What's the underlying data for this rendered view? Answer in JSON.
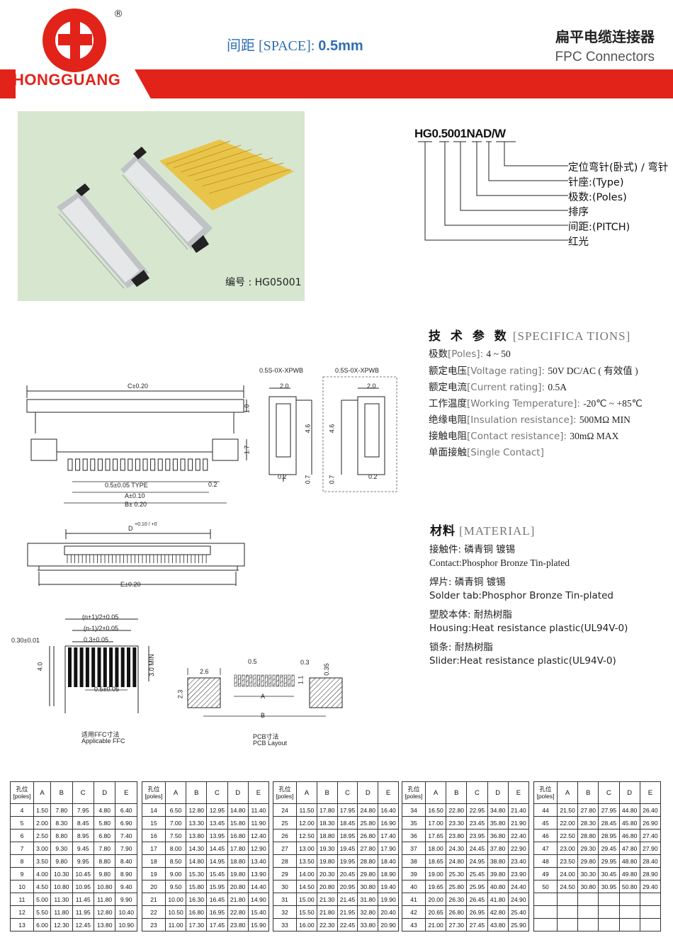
{
  "header": {
    "logo_text": "HONGGUANG",
    "registered": "®",
    "spacing_cn": "间距",
    "spacing_en": "[SPACE]:",
    "spacing_value": "0.5mm",
    "title_cn": "扁平电缆连接器",
    "title_en": "FPC Connectors"
  },
  "photo": {
    "label": "编号 : HG05001"
  },
  "part_number": {
    "code": "HG0.5001NAD/W",
    "legend": [
      "定位弯针(卧式) / 弯针",
      "针座:(Type)",
      "极数:(Poles)",
      "排序",
      "间距:(PITCH)",
      "红光"
    ]
  },
  "specs": {
    "title_cn": "技 术 参 数",
    "title_en": "[SPECIFICA TIONS]",
    "lines": [
      {
        "cn": "极数",
        "en": "[Poles]:",
        "val": "4 ~ 50"
      },
      {
        "cn": "额定电压",
        "en": "[Voltage rating]:",
        "val": "50V DC/AC ( 有效值 )"
      },
      {
        "cn": "额定电流",
        "en": "[Current rating]:",
        "val": "0.5A"
      },
      {
        "cn": "工作温度",
        "en": "[Working Temperature]:",
        "val": "-20℃ ~ +85℃"
      },
      {
        "cn": "绝缘电阻",
        "en": "[Insulation resistance]:",
        "val": "500MΩ MIN"
      },
      {
        "cn": "接触电阻",
        "en": "[Contact resistance]:",
        "val": "30mΩ MAX"
      },
      {
        "cn": "单面接触",
        "en": "[Single Contact]",
        "val": ""
      }
    ]
  },
  "material": {
    "title_cn": "材料",
    "title_en": "[MATERIAL]",
    "lines": [
      "接触件:   磷青铜  镀锡",
      "Contact:Phosphor Bronze      Tin-plated",
      "焊片:   磷青铜  镀锡",
      "Solder tab:Phosphor Bronze Tin-plated",
      "塑胶本体:   耐热树脂",
      "Housing:Heat resistance plastic(UL94V-0)",
      "锁条:   耐热树脂",
      "Slider:Heat resistance plastic(UL94V-0)"
    ]
  },
  "drawings": {
    "c_dim": "C±0.20",
    "dim_1_0": "1.0",
    "dim_1_7": "1.7",
    "pitch_type": "0.5±0.05 TYPE",
    "a_dim": "A±0.10",
    "b_dim": "B± 0.20",
    "dim_0_2": "0.2",
    "side1_title": "0.5S-0X-XPWB",
    "side2_title": "0.5S-0X-XPWB",
    "side_2_0": "2.0",
    "side_4_6": "4.6",
    "side_0_7": "0.7",
    "side_0_2": "0.2",
    "d_dim": "D",
    "d_tol": "+0.10 / +0",
    "e_dim": "E±0.20",
    "ffc_n_plus": "(n+1)/2±0.05",
    "ffc_n_minus": "(n-1)/2±0.05",
    "ffc_0_3": "0.3±0.05",
    "ffc_0_30": "0.30±0.01",
    "ffc_4_0": "4.0",
    "ffc_3_0": "3.0 MIN",
    "ffc_0_5": "0.5±0.05",
    "ffc_label_cn": "适用FFC寸法",
    "ffc_label_en": "Applicable FFC",
    "pcb_2_6": "2.6",
    "pcb_2_3": "2.3",
    "pcb_0_5": "0.5",
    "pcb_0_3": "0.3",
    "pcb_1_1": "1.1",
    "pcb_0_35": "0.35",
    "pcb_a": "A",
    "pcb_b": "B",
    "pcb_label_cn": "PCB寸法",
    "pcb_label_en": "PCB Layout"
  },
  "table": {
    "headers": [
      "孔位\n[poles]",
      "A",
      "B",
      "C",
      "D",
      "E"
    ],
    "blocks": [
      [
        [
          "4",
          "1.50",
          "7.80",
          "7.95",
          "4.80",
          "6.40"
        ],
        [
          "5",
          "2.00",
          "8.30",
          "8.45",
          "5.80",
          "6.90"
        ],
        [
          "6",
          "2.50",
          "8.80",
          "8.95",
          "6.80",
          "7.40"
        ],
        [
          "7",
          "3.00",
          "9.30",
          "9.45",
          "7.80",
          "7.90"
        ],
        [
          "8",
          "3.50",
          "9.80",
          "9.95",
          "8.80",
          "8.40"
        ],
        [
          "9",
          "4.00",
          "10.30",
          "10.45",
          "9.80",
          "8.90"
        ],
        [
          "10",
          "4.50",
          "10.80",
          "10.95",
          "10.80",
          "9.40"
        ],
        [
          "11",
          "5.00",
          "11.30",
          "11.45",
          "11.80",
          "9.90"
        ],
        [
          "12",
          "5.50",
          "11.80",
          "11.95",
          "12.80",
          "10.40"
        ],
        [
          "13",
          "6.00",
          "12.30",
          "12.45",
          "13.80",
          "10.90"
        ]
      ],
      [
        [
          "14",
          "6.50",
          "12.80",
          "12.95",
          "14.80",
          "11.40"
        ],
        [
          "15",
          "7.00",
          "13.30",
          "13.45",
          "15.80",
          "11.90"
        ],
        [
          "16",
          "7.50",
          "13.80",
          "13.95",
          "16.80",
          "12.40"
        ],
        [
          "17",
          "8.00",
          "14.30",
          "14.45",
          "17.80",
          "12.90"
        ],
        [
          "18",
          "8.50",
          "14.80",
          "14.95",
          "18.80",
          "13.40"
        ],
        [
          "19",
          "9.00",
          "15.30",
          "15.45",
          "19.80",
          "13.90"
        ],
        [
          "20",
          "9.50",
          "15.80",
          "15.95",
          "20.80",
          "14.40"
        ],
        [
          "21",
          "10.00",
          "16.30",
          "16.45",
          "21.80",
          "14.90"
        ],
        [
          "22",
          "10.50",
          "16.80",
          "16.95",
          "22.80",
          "15.40"
        ],
        [
          "23",
          "11.00",
          "17.30",
          "17.45",
          "23.80",
          "15.90"
        ]
      ],
      [
        [
          "24",
          "11.50",
          "17.80",
          "17.95",
          "24.80",
          "16.40"
        ],
        [
          "25",
          "12.00",
          "18.30",
          "18.45",
          "25.80",
          "16.90"
        ],
        [
          "26",
          "12.50",
          "18.80",
          "18.95",
          "26.80",
          "17.40"
        ],
        [
          "27",
          "13.00",
          "19.30",
          "19.45",
          "27.80",
          "17.90"
        ],
        [
          "28",
          "13.50",
          "19.80",
          "19.95",
          "28.80",
          "18.40"
        ],
        [
          "29",
          "14.00",
          "20.30",
          "20.45",
          "29.80",
          "18.90"
        ],
        [
          "30",
          "14.50",
          "20.80",
          "20.95",
          "30.80",
          "19.40"
        ],
        [
          "31",
          "15.00",
          "21.30",
          "21.45",
          "31.80",
          "19.90"
        ],
        [
          "32",
          "15.50",
          "21.80",
          "21.95",
          "32.80",
          "20.40"
        ],
        [
          "33",
          "16.00",
          "22.30",
          "22.45",
          "33.80",
          "20.90"
        ]
      ],
      [
        [
          "34",
          "16.50",
          "22.80",
          "22.95",
          "34.80",
          "21.40"
        ],
        [
          "35",
          "17.00",
          "23.30",
          "23.45",
          "35.80",
          "21.90"
        ],
        [
          "36",
          "17.65",
          "23.80",
          "23.95",
          "36.80",
          "22.40"
        ],
        [
          "37",
          "18.00",
          "24.30",
          "24.45",
          "37.80",
          "22.90"
        ],
        [
          "38",
          "18.65",
          "24.80",
          "24.95",
          "38.80",
          "23.40"
        ],
        [
          "39",
          "19.00",
          "25.30",
          "25.45",
          "39.80",
          "23.90"
        ],
        [
          "40",
          "19.65",
          "25.80",
          "25.95",
          "40.80",
          "24.40"
        ],
        [
          "41",
          "20.00",
          "26.30",
          "26.45",
          "41.80",
          "24.90"
        ],
        [
          "42",
          "20.65",
          "26.80",
          "26.95",
          "42.80",
          "25.40"
        ],
        [
          "43",
          "21.00",
          "27.30",
          "27.45",
          "43.80",
          "25.90"
        ]
      ],
      [
        [
          "44",
          "21.50",
          "27.80",
          "27.95",
          "44.80",
          "26.40"
        ],
        [
          "45",
          "22.00",
          "28.30",
          "28.45",
          "45.80",
          "26.90"
        ],
        [
          "46",
          "22.50",
          "28.80",
          "28.95",
          "46.80",
          "27.40"
        ],
        [
          "47",
          "23.00",
          "29.30",
          "29.45",
          "47.80",
          "27.90"
        ],
        [
          "48",
          "23.50",
          "29.80",
          "29.95",
          "48.80",
          "28.40"
        ],
        [
          "49",
          "24.00",
          "30.30",
          "30.45",
          "49.80",
          "28.90"
        ],
        [
          "50",
          "24.50",
          "30.80",
          "30.95",
          "50.80",
          "29.40"
        ],
        [
          "",
          "",
          "",
          "",
          "",
          ""
        ],
        [
          "",
          "",
          "",
          "",
          "",
          ""
        ],
        [
          "",
          "",
          "",
          "",
          "",
          ""
        ]
      ]
    ]
  },
  "colors": {
    "brand_red": "#e2231a",
    "spacing_blue": "#2f6fb5"
  }
}
